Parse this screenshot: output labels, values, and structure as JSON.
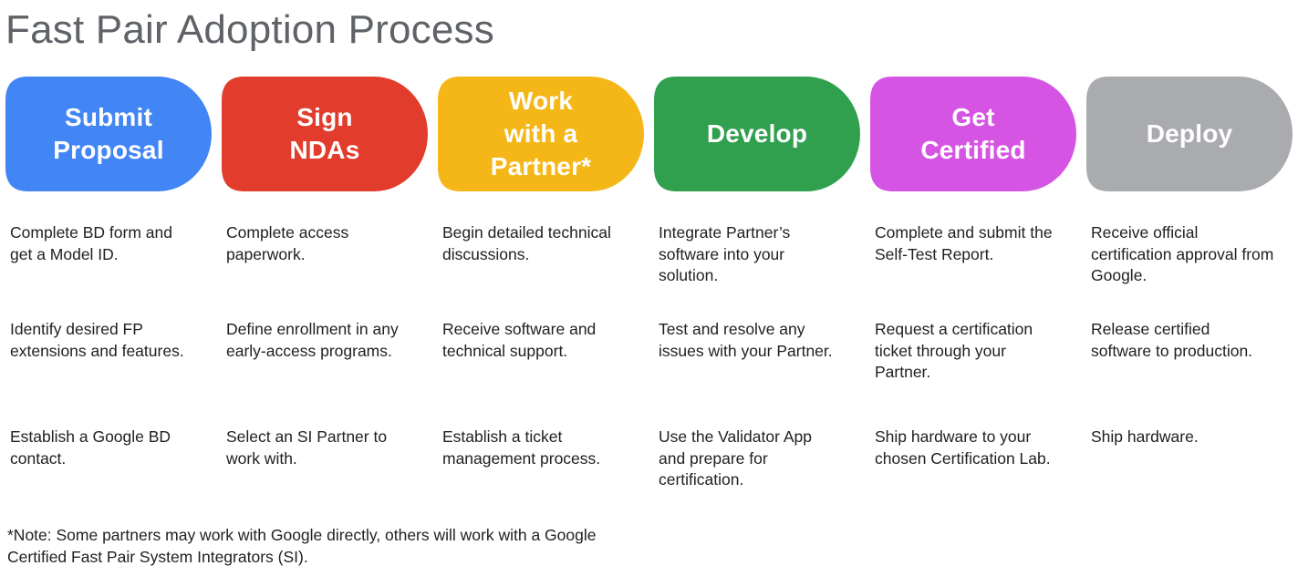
{
  "title": "Fast Pair Adoption Process",
  "stages": [
    {
      "label": "Submit\nProposal",
      "color": "#4285F4",
      "items": [
        "Complete BD form and get a Model ID.",
        "Identify desired FP extensions and features.",
        "Establish a Google BD contact."
      ]
    },
    {
      "label": "Sign\nNDAs",
      "color": "#E23D2C",
      "items": [
        "Complete access paperwork.",
        "Define enrollment in any early-access programs.",
        "Select an SI Partner to work with."
      ]
    },
    {
      "label": "Work\nwith a\nPartner*",
      "color": "#F5B718",
      "items": [
        "Begin detailed technical discussions.",
        "Receive software and technical support.",
        "Establish a ticket management process."
      ]
    },
    {
      "label": "Develop",
      "color": "#30A04F",
      "items": [
        "Integrate Partner’s software into your solution.",
        "Test and resolve any issues with your Partner.",
        "Use the Validator App and prepare for certification."
      ]
    },
    {
      "label": "Get\nCertified",
      "color": "#D554E4",
      "items": [
        "Complete and submit the Self-Test Report.",
        "Request a certification ticket through your Partner.",
        "Ship hardware to your chosen Certification Lab."
      ]
    },
    {
      "label": "Deploy",
      "color": "#A9ABAF",
      "items": [
        "Receive official certification approval from Google.",
        "Release certified software to production.",
        "Ship hardware."
      ]
    }
  ],
  "footnote": "*Note: Some partners may work with Google directly, others will work with a Google Certified Fast Pair System Integrators (SI)."
}
